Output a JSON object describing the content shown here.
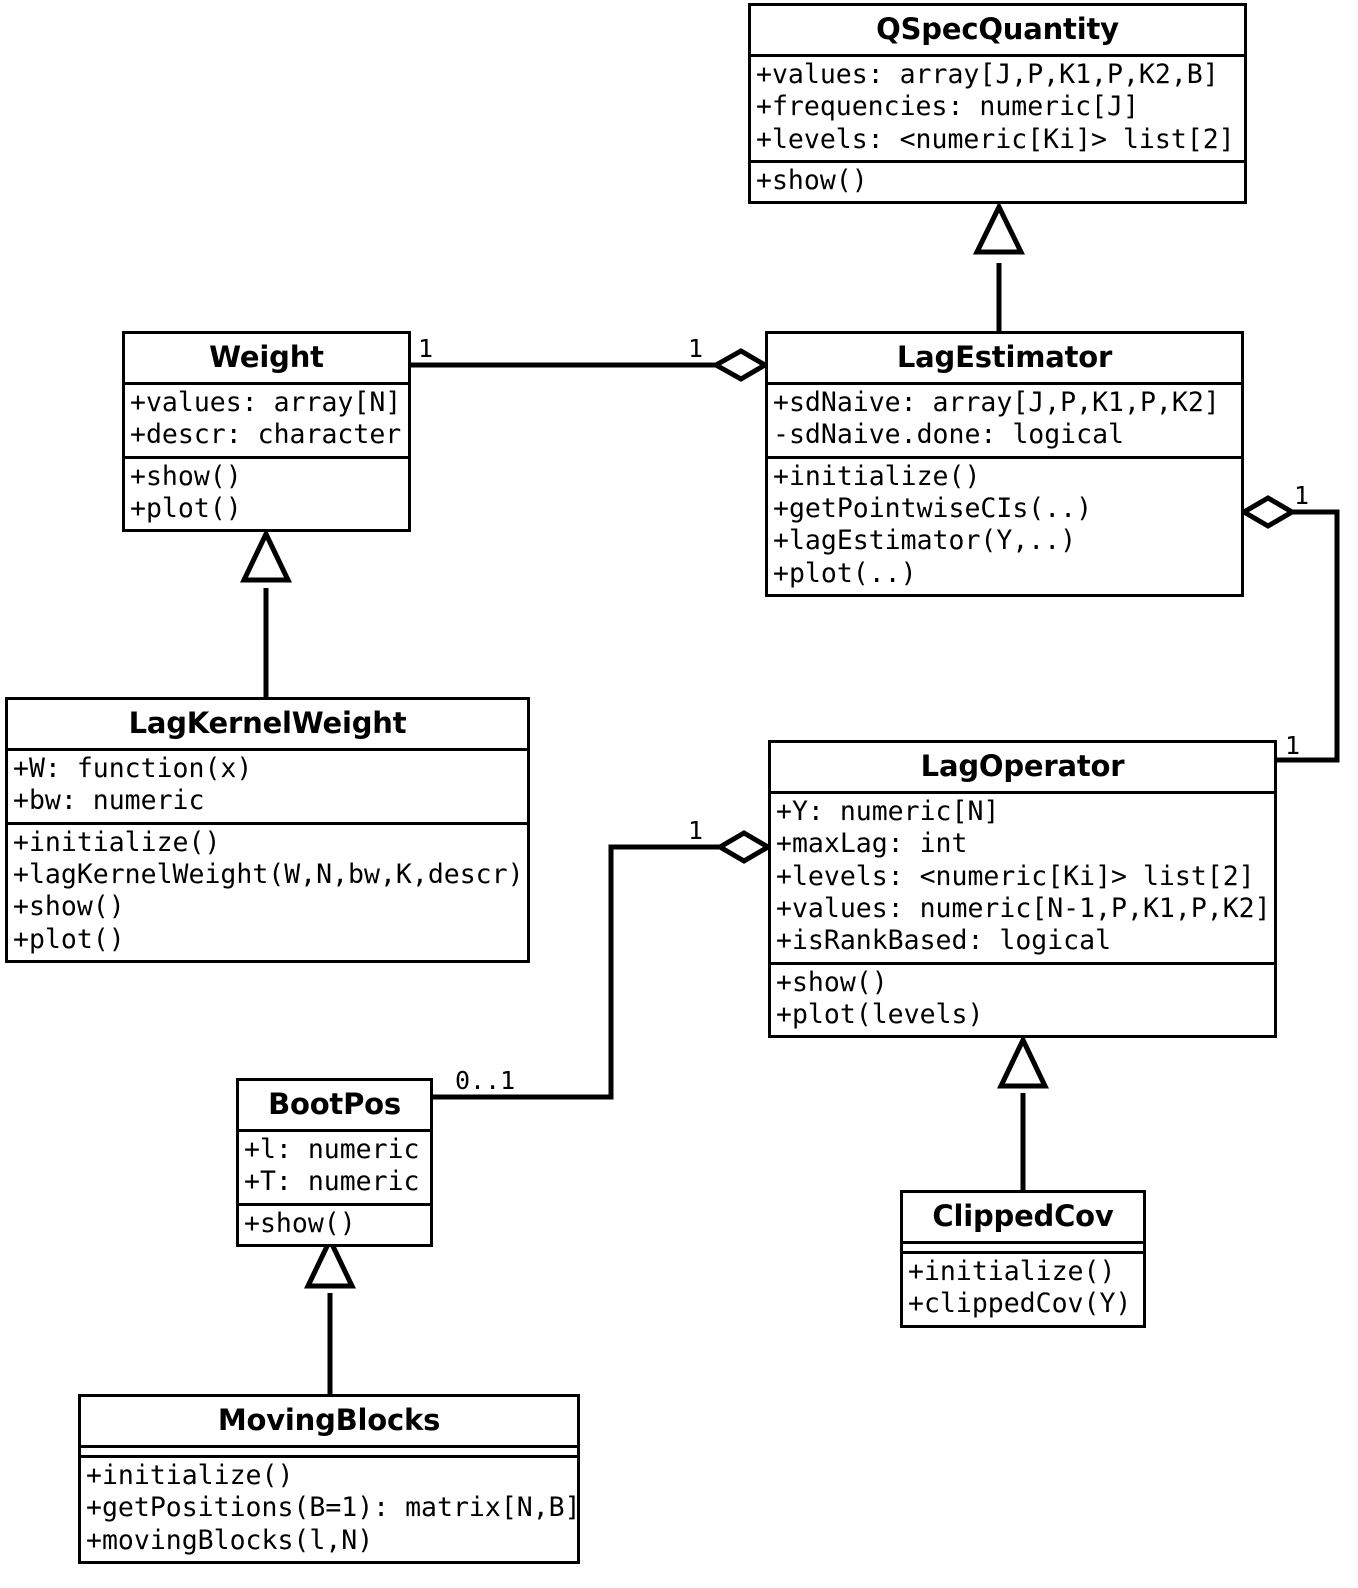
{
  "diagram": {
    "title": "UML class diagram",
    "type": "uml-class-diagram",
    "stroke_color": "#000000",
    "fill_color": "#ffffff"
  },
  "classes": [
    {
      "id": "qspecquantity",
      "name": "QSpecQuantity",
      "attributes": [
        "+values: array[J,P,K1,P,K2,B]",
        "+frequencies: numeric[J]",
        "+levels: <numeric[Ki]> list[2]"
      ],
      "methods": [
        "+show()"
      ]
    },
    {
      "id": "weight",
      "name": "Weight",
      "attributes": [
        "+values: array[N]",
        "+descr: character"
      ],
      "methods": [
        "+show()",
        "+plot()"
      ]
    },
    {
      "id": "lagestimator",
      "name": "LagEstimator",
      "attributes": [
        "+sdNaive: array[J,P,K1,P,K2]",
        "-sdNaive.done: logical"
      ],
      "methods": [
        "+initialize()",
        "+getPointwiseCIs(..)",
        "+lagEstimator(Y,..)",
        "+plot(..)"
      ]
    },
    {
      "id": "lagkernelweight",
      "name": "LagKernelWeight",
      "attributes": [
        "+W: function(x)",
        "+bw: numeric"
      ],
      "methods": [
        "+initialize()",
        "+lagKernelWeight(W,N,bw,K,descr)",
        "+show()",
        "+plot()"
      ]
    },
    {
      "id": "lagoperator",
      "name": "LagOperator",
      "attributes": [
        "+Y: numeric[N]",
        "+maxLag: int",
        "+levels: <numeric[Ki]> list[2]",
        "+values: numeric[N-1,P,K1,P,K2]",
        "+isRankBased: logical"
      ],
      "methods": [
        "+show()",
        "+plot(levels)"
      ]
    },
    {
      "id": "bootpos",
      "name": "BootPos",
      "attributes": [
        "+l: numeric",
        "+T: numeric"
      ],
      "methods": [
        "+show()"
      ]
    },
    {
      "id": "clippedcov",
      "name": "ClippedCov",
      "attributes": [],
      "methods": [
        "+initialize()",
        "+clippedCov(Y)"
      ]
    },
    {
      "id": "movingblocks",
      "name": "MovingBlocks",
      "attributes": [],
      "methods": [
        "+initialize()",
        "+getPositions(B=1): matrix[N,B]",
        "+movingBlocks(l,N)"
      ]
    }
  ],
  "relationships": [
    {
      "id": "gen-lagestimator-qspecquantity",
      "kind": "generalization",
      "from": "LagEstimator",
      "to": "QSpecQuantity"
    },
    {
      "id": "gen-lagkernelweight-weight",
      "kind": "generalization",
      "from": "LagKernelWeight",
      "to": "Weight"
    },
    {
      "id": "gen-clippedcov-lagoperator",
      "kind": "generalization",
      "from": "ClippedCov",
      "to": "LagOperator"
    },
    {
      "id": "gen-movingblocks-bootpos",
      "kind": "generalization",
      "from": "MovingBlocks",
      "to": "BootPos"
    },
    {
      "id": "agg-lagestimator-weight",
      "kind": "aggregation",
      "whole": "LagEstimator",
      "part": "Weight",
      "part_multiplicity": "1",
      "whole_multiplicity": "1"
    },
    {
      "id": "agg-lagestimator-lagoperator",
      "kind": "aggregation",
      "whole": "LagEstimator",
      "part": "LagOperator",
      "whole_multiplicity": "1",
      "part_multiplicity": "1"
    },
    {
      "id": "agg-lagoperator-bootpos",
      "kind": "aggregation",
      "whole": "LagOperator",
      "part": "BootPos",
      "whole_multiplicity": "1",
      "part_multiplicity": "0..1"
    }
  ],
  "multiplicity_labels": [
    {
      "id": "m-weight-right",
      "text": "1"
    },
    {
      "id": "m-lagestimator-left",
      "text": "1"
    },
    {
      "id": "m-lagestimator-right",
      "text": "1"
    },
    {
      "id": "m-lagoperator-topright",
      "text": "1"
    },
    {
      "id": "m-lagoperator-left",
      "text": "1"
    },
    {
      "id": "m-bootpos-right",
      "text": "0..1"
    }
  ]
}
